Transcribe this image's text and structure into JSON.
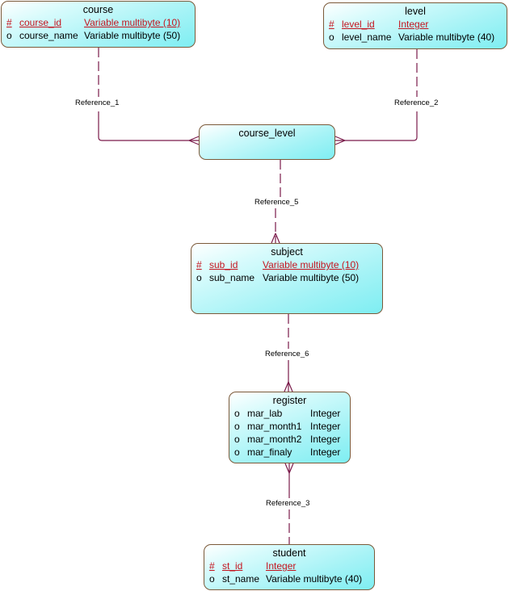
{
  "diagram": {
    "colors": {
      "entity_border": "#7b5a3a",
      "entity_fill": "#7eeef2",
      "relationship_line": "#7a1a4a",
      "primary_key_text": "#c4141e"
    },
    "entities": {
      "course": {
        "name": "course",
        "attributes": [
          {
            "marker": "#",
            "name": "course_id",
            "type": "Variable multibyte (10)",
            "primary_key": true
          },
          {
            "marker": "o",
            "name": "course_name",
            "type": "Variable multibyte (50)",
            "primary_key": false
          }
        ]
      },
      "level": {
        "name": "level",
        "attributes": [
          {
            "marker": "#",
            "name": "level_id",
            "type": "Integer",
            "primary_key": true
          },
          {
            "marker": "o",
            "name": "level_name",
            "type": "Variable multibyte (40)",
            "primary_key": false
          }
        ]
      },
      "course_level": {
        "name": "course_level",
        "attributes": []
      },
      "subject": {
        "name": "subject",
        "attributes": [
          {
            "marker": "#",
            "name": "sub_id",
            "type": "Variable multibyte (10)",
            "primary_key": true
          },
          {
            "marker": "o",
            "name": "sub_name",
            "type": "Variable multibyte (50)",
            "primary_key": false
          }
        ]
      },
      "register": {
        "name": "register",
        "attributes": [
          {
            "marker": "o",
            "name": "mar_lab",
            "type": "Integer",
            "primary_key": false
          },
          {
            "marker": "o",
            "name": "mar_month1",
            "type": "Integer",
            "primary_key": false
          },
          {
            "marker": "o",
            "name": "mar_month2",
            "type": "Integer",
            "primary_key": false
          },
          {
            "marker": "o",
            "name": "mar_finaly",
            "type": "Integer",
            "primary_key": false
          }
        ]
      },
      "student": {
        "name": "student",
        "attributes": [
          {
            "marker": "#",
            "name": "st_id",
            "type": "Integer",
            "primary_key": true
          },
          {
            "marker": "o",
            "name": "st_name",
            "type": "Variable multibyte (40)",
            "primary_key": false
          }
        ]
      }
    },
    "references": {
      "ref1": {
        "label": "Reference_1",
        "from": "course",
        "to": "course_level",
        "many_end": "course_level"
      },
      "ref2": {
        "label": "Reference_2",
        "from": "level",
        "to": "course_level",
        "many_end": "course_level"
      },
      "ref5": {
        "label": "Reference_5",
        "from": "course_level",
        "to": "subject",
        "many_end": "subject"
      },
      "ref6": {
        "label": "Reference_6",
        "from": "subject",
        "to": "register",
        "many_end": "register"
      },
      "ref3": {
        "label": "Reference_3",
        "from": "student",
        "to": "register",
        "many_end": "register"
      }
    }
  }
}
